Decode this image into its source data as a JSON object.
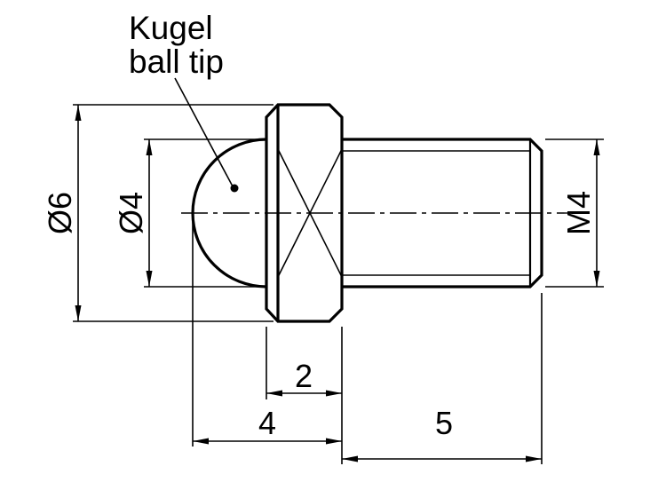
{
  "drawing": {
    "callout": {
      "line1": "Kugel",
      "line2": "ball tip"
    },
    "dimensions": {
      "flange_diameter": "Ø6",
      "ball_diameter": "Ø4",
      "thread_size": "M4",
      "collar_width": "2",
      "ball_section_length": "4",
      "thread_length": "5"
    },
    "colors": {
      "line": "#000000",
      "background": "#ffffff"
    }
  }
}
